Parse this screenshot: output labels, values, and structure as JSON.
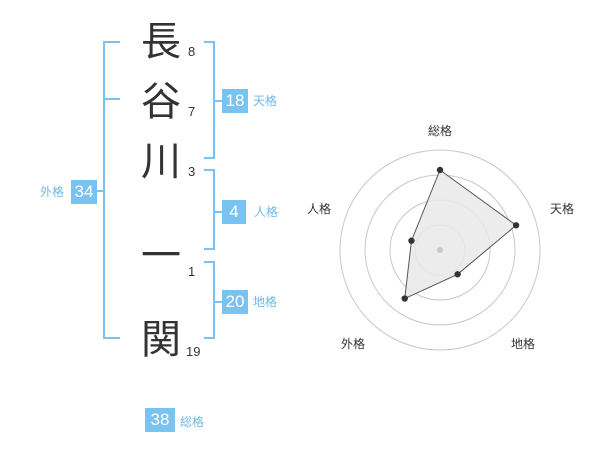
{
  "name": {
    "chars": [
      "長",
      "谷",
      "川",
      "一",
      "関"
    ],
    "strokes": [
      "8",
      "7",
      "3",
      "1",
      "19"
    ]
  },
  "fortune": {
    "tenkaku": {
      "value": "18",
      "label": "天格"
    },
    "jinkaku": {
      "value": "4",
      "label": "人格"
    },
    "chikaku": {
      "value": "20",
      "label": "地格"
    },
    "gaikaku": {
      "value": "34",
      "label": "外格"
    },
    "soukaku": {
      "value": "38",
      "label": "総格"
    }
  },
  "chart_data": {
    "type": "radar",
    "axes": [
      "総格",
      "天格",
      "地格",
      "外格",
      "人格"
    ],
    "values": [
      0.8,
      0.8,
      0.3,
      0.6,
      0.3
    ],
    "rings": 4,
    "colors": {
      "ring": "#c8c8c8",
      "fill": "#e9e9e9",
      "line": "#555555",
      "point": "#333333",
      "center": "#c8c8c8"
    }
  },
  "colors": {
    "accent": "#7ac3f1",
    "bracket": "#7ac3f1",
    "label": "#6db9e9"
  }
}
